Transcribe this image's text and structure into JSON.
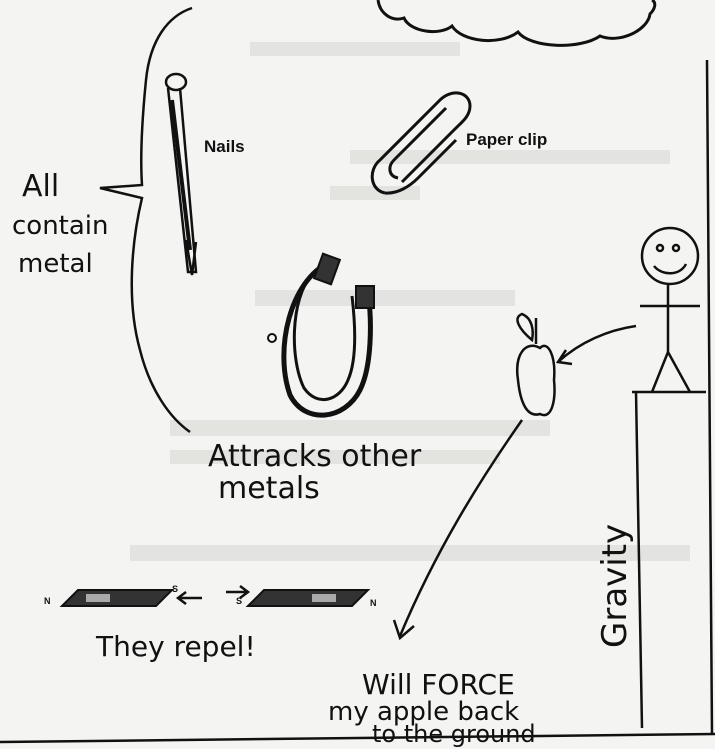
{
  "labels": {
    "nails": "Nails",
    "paper_clip": "Paper clip",
    "all_contain": "All",
    "contain": "contain",
    "metal": "metal",
    "attracts_line1": "Attracks other",
    "attracts_line2": "metals",
    "repel": "They repel!",
    "magnet_left_n": "N",
    "magnet_left_s": "S",
    "magnet_right_s": "S",
    "magnet_right_n": "N",
    "gravity": "Gravity",
    "force_line1": "Will FORCE",
    "force_line2": "my apple back",
    "force_line3": "to the ground"
  },
  "colors": {
    "paper": "#f4f4f2",
    "ink": "#111111",
    "bleed_through": "#c9c9c6"
  }
}
